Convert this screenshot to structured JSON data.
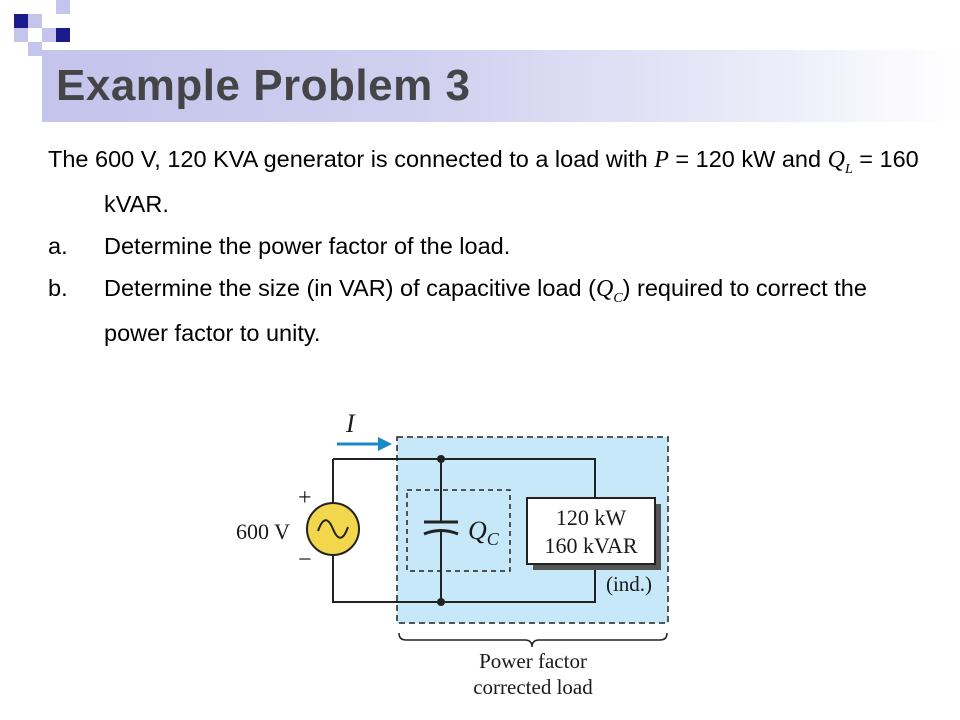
{
  "slide": {
    "title": "Example Problem 3",
    "intro": {
      "part1": "The 600 V, 120 KVA generator  is connected to a load with ",
      "p_symbol": "P",
      "part2": " = 120 kW and ",
      "q_symbol": "Q",
      "q_sub": "L",
      "part3": " = 160 kVAR."
    },
    "items": [
      {
        "marker": "a.",
        "text": "Determine the power factor of the load."
      },
      {
        "marker": "b.",
        "text_before": "Determine the size (in VAR) of capacitive load (",
        "symbol": "Q",
        "symbol_sub": "C",
        "text_after": ") required to correct the power factor to unity."
      }
    ]
  },
  "circuit": {
    "current_label": "I",
    "plus_label": "+",
    "minus_label": "−",
    "source_label": "600 V",
    "cap_symbol": "Q",
    "cap_sub": "C",
    "load_line1": "120 kW",
    "load_line2": "160 kVAR",
    "load_note": "(ind.)",
    "caption_line1": "Power factor",
    "caption_line2": "corrected load"
  },
  "colors": {
    "corner_navy": "#1b1b8c",
    "corner_lavender": "#b8b8e8",
    "title_text": "#454548",
    "corrected_region": "#c6e8f8",
    "current_arrow": "#1b88c8",
    "source_fill": "#f2d64c"
  }
}
